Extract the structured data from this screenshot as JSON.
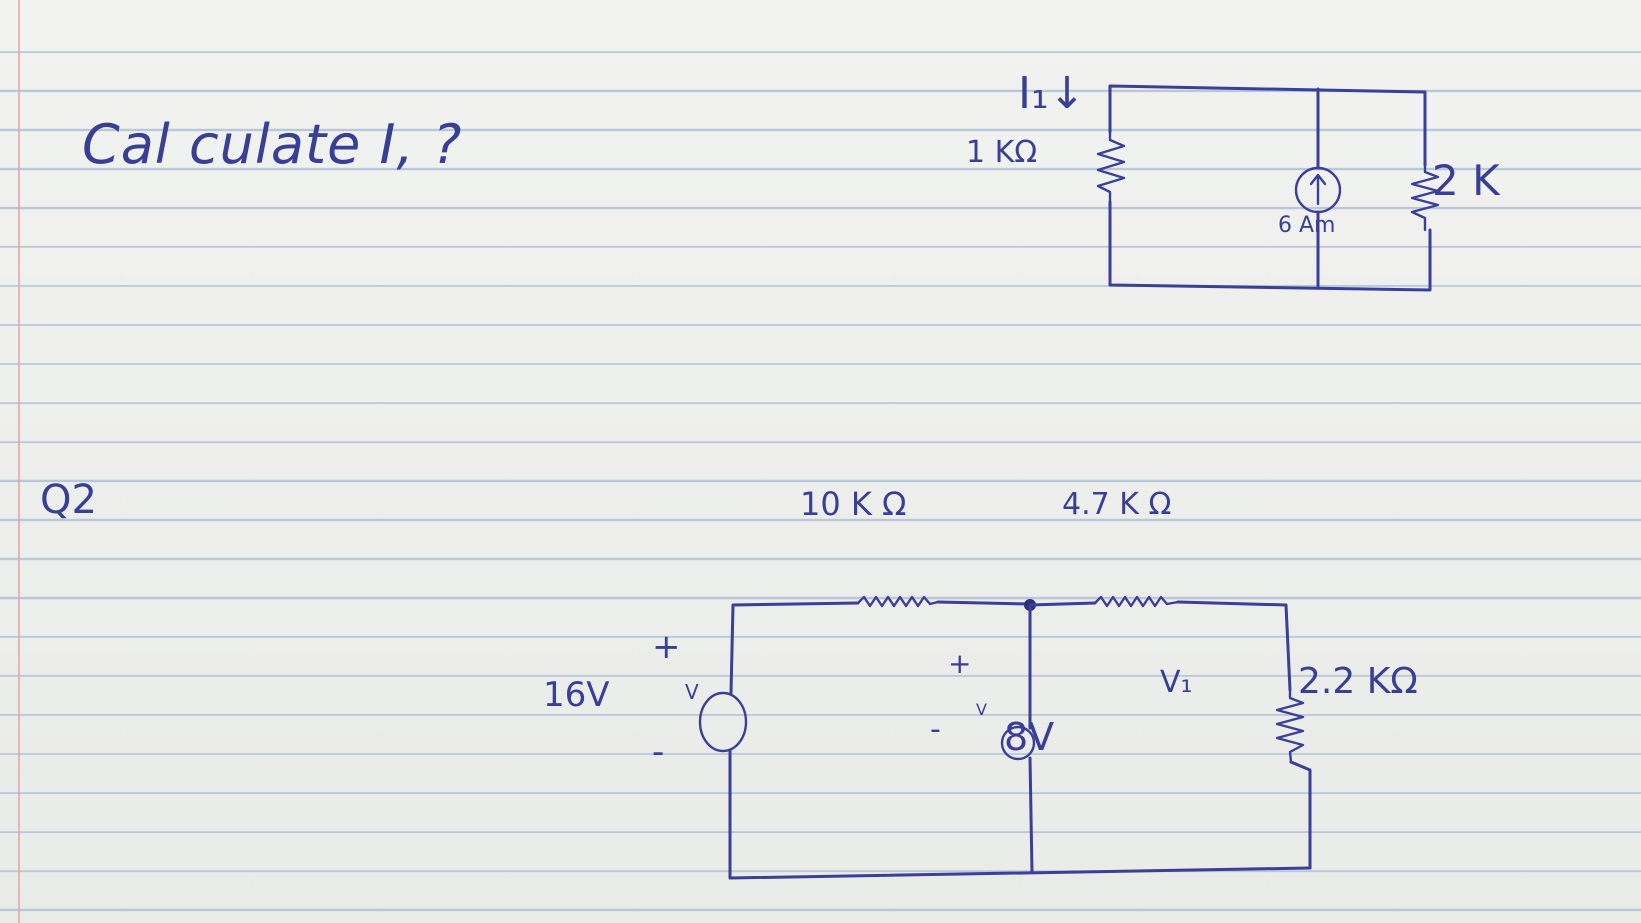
{
  "page": {
    "title": "Cal culate I, ?",
    "question_label": "Q2"
  },
  "circuit1": {
    "current_label": "I₁↓",
    "r1_label": "1 KΩ",
    "source_label": "6 Am",
    "r2_label": "2 K"
  },
  "circuit2": {
    "r1_label": "10 K Ω",
    "r2_label": "4.7 K Ω",
    "v_source1_label": "16V",
    "v_source1_plus": "+",
    "v_source1_minus": "-",
    "v_source2_label": "8V",
    "v_source2_plus": "+",
    "v_source2_minus": "-",
    "v1_label": "V₁",
    "r3_label": "2.2 KΩ",
    "source_symbol": "V"
  },
  "icons": {
    "current_source": "circle-up-arrow-icon",
    "voltage_source": "circle-v-icon",
    "resistor": "zigzag-resistor-icon"
  },
  "colors": {
    "ink": "#3b3f99",
    "paper": "#f2f3f1",
    "rule_line": "#b9c7d8",
    "margin_line": "#e2a7a7"
  }
}
